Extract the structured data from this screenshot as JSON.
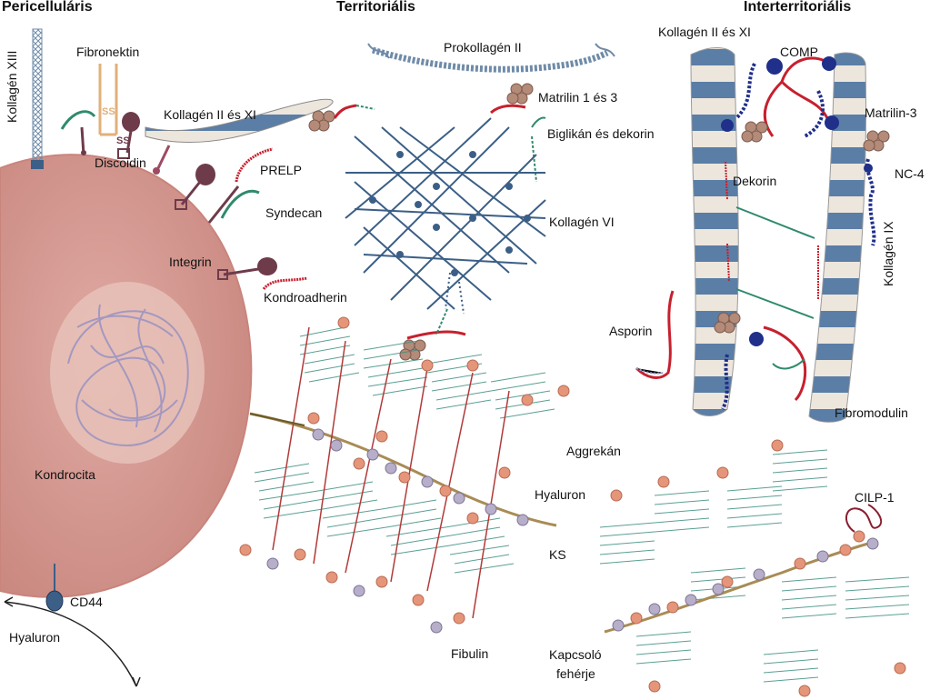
{
  "headings": {
    "pericellular": "Pericelluláris",
    "territorial": "Territoriális",
    "interterritorial": "Interterritoriális"
  },
  "labels": {
    "kollagen_xiii": "Kollagén XIII",
    "fibronektin": "Fibronektin",
    "ss_a": "SS",
    "ss_b": "SS",
    "discoidin": "Discoidin",
    "kollagen_ii_xi_left": "Kollagén II és XI",
    "prelp": "PRELP",
    "syndecan": "Syndecan",
    "integrin": "Integrin",
    "kondroadherin": "Kondroadherin",
    "kondrocita": "Kondrocita",
    "cd44": "CD44",
    "hyaluron_left": "Hyaluron",
    "prokollagen_ii": "Prokollagén II",
    "matrilin_1_3": "Matrilin 1 és 3",
    "biglikan_dekorin": "Biglikán és dekorin",
    "kollagen_vi": "Kollagén VI",
    "aggrekan": "Aggrekán",
    "hyaluron_right": "Hyaluron",
    "ks": "KS",
    "fibulin": "Fibulin",
    "kollagen_ii_xi_right": "Kollagén II és XI",
    "comp": "COMP",
    "matrilin_3": "Matrilin-3",
    "nc4": "NC-4",
    "kollagen_ix": "Kollagén IX",
    "dekorin": "Dekorin",
    "asporin": "Asporin",
    "fibromodulin": "Fibromodulin",
    "cilp1": "CILP-1",
    "kapcsolo_1": "Kapcsoló",
    "kapcsolo_2": "fehérje"
  },
  "colors": {
    "cell_fill": "#d49a94",
    "cell_edge": "#c9847c",
    "nucleus": "#e8c2b9",
    "chromatin": "#9d94c2",
    "collagen_band": "#5a7ea6",
    "collagen_light": "#ede6dc",
    "network_blue": "#3b5f86",
    "proteoglycan_teal": "#3f8f80",
    "core_red": "#b23a3a",
    "bead_orange": "#e5967a",
    "bead_lavender": "#b7aec9",
    "dark_navy": "#1f2f8a",
    "maroon": "#6e3b4b",
    "crimson": "#c7202e",
    "green_line": "#2f8a6e",
    "matrilin_tan": "#b48a78"
  }
}
